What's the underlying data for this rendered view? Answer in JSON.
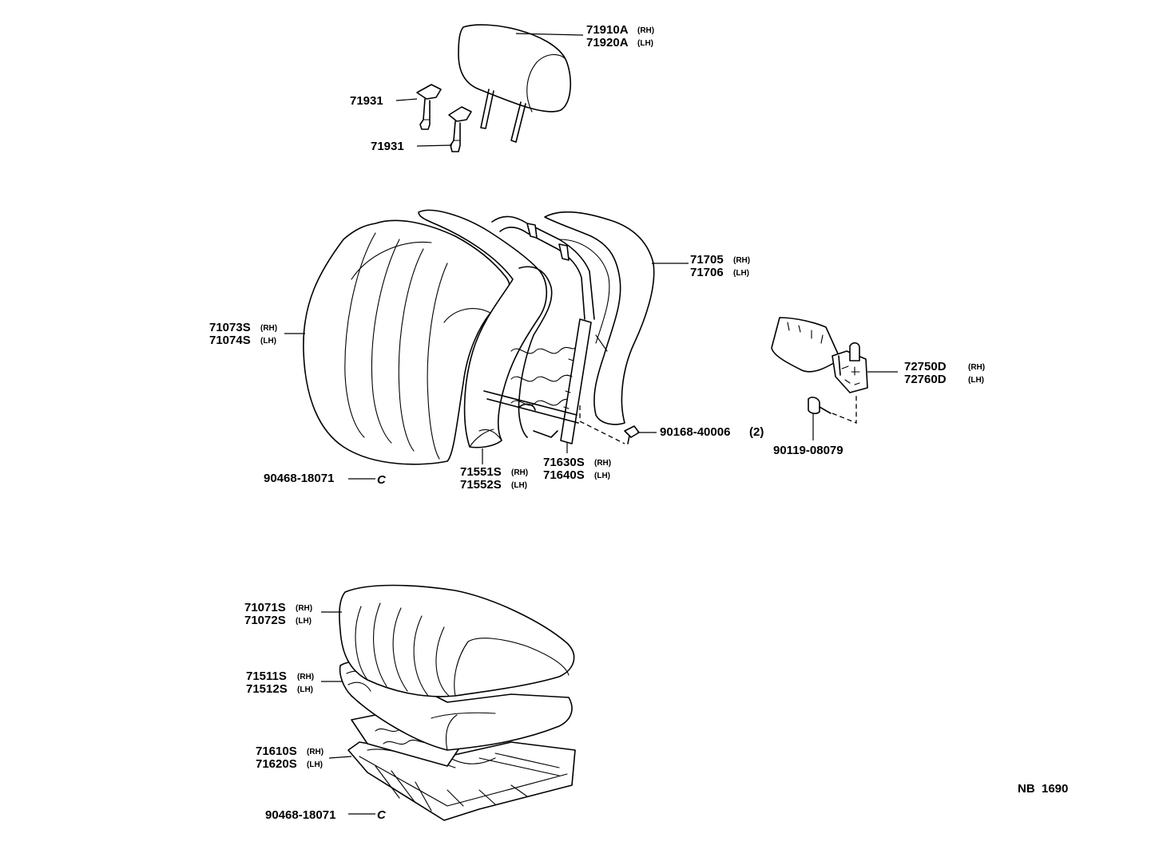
{
  "labels": [
    {
      "id": "headrest",
      "lines": [
        {
          "num": "71910A",
          "suffix": "(RH)"
        },
        {
          "num": "71920A",
          "suffix": "(LH)"
        }
      ]
    },
    {
      "id": "guide-1",
      "lines": [
        {
          "num": "71931",
          "suffix": ""
        }
      ]
    },
    {
      "id": "guide-2",
      "lines": [
        {
          "num": "71931",
          "suffix": ""
        }
      ]
    },
    {
      "id": "back-cover",
      "lines": [
        {
          "num": "71073S",
          "suffix": "(RH)"
        },
        {
          "num": "71074S",
          "suffix": "(LH)"
        }
      ]
    },
    {
      "id": "back-board",
      "lines": [
        {
          "num": "71705",
          "suffix": "(RH)"
        },
        {
          "num": "71706",
          "suffix": "(LH)"
        }
      ]
    },
    {
      "id": "recliner",
      "lines": [
        {
          "num": "72750D",
          "suffix": "(RH)"
        },
        {
          "num": "72760D",
          "suffix": "(LH)"
        }
      ]
    },
    {
      "id": "screw-back",
      "lines": [
        {
          "num": "90168-40006",
          "suffix": "(2)"
        }
      ]
    },
    {
      "id": "bolt",
      "lines": [
        {
          "num": "90119-08079",
          "suffix": ""
        }
      ]
    },
    {
      "id": "hog-ring-back",
      "lines": [
        {
          "num": "90468-18071",
          "suffix": ""
        }
      ]
    },
    {
      "id": "back-pad",
      "lines": [
        {
          "num": "71551S",
          "suffix": "(RH)"
        },
        {
          "num": "71552S",
          "suffix": "(LH)"
        }
      ]
    },
    {
      "id": "back-frame",
      "lines": [
        {
          "num": "71630S",
          "suffix": "(RH)"
        },
        {
          "num": "71640S",
          "suffix": "(LH)"
        }
      ]
    },
    {
      "id": "cushion-cover",
      "lines": [
        {
          "num": "71071S",
          "suffix": "(RH)"
        },
        {
          "num": "71072S",
          "suffix": "(LH)"
        }
      ]
    },
    {
      "id": "cushion-pad",
      "lines": [
        {
          "num": "71511S",
          "suffix": "(RH)"
        },
        {
          "num": "71512S",
          "suffix": "(LH)"
        }
      ]
    },
    {
      "id": "cushion-frame",
      "lines": [
        {
          "num": "71610S",
          "suffix": "(RH)"
        },
        {
          "num": "71620S",
          "suffix": "(LH)"
        }
      ]
    },
    {
      "id": "hog-ring-cushion",
      "lines": [
        {
          "num": "90468-18071",
          "suffix": ""
        }
      ]
    }
  ],
  "hog_ring_symbol": "C",
  "reference": "NB  1690"
}
